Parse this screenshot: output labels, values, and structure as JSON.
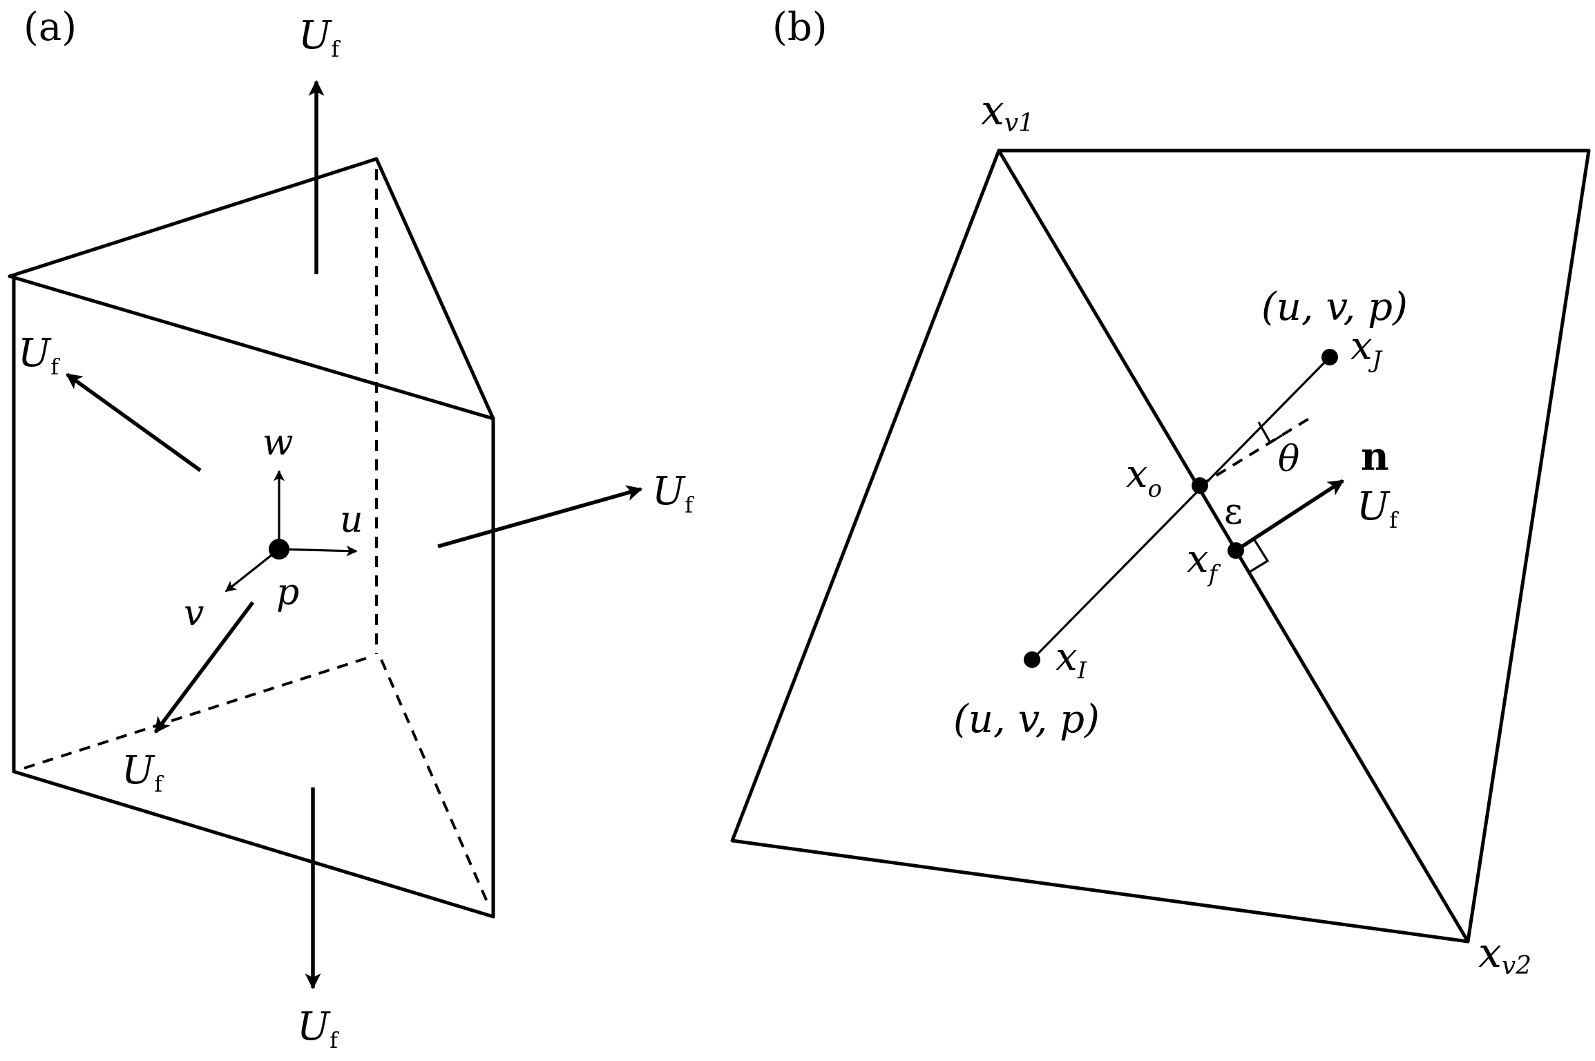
{
  "panel_a": {
    "label": "(a)",
    "flux": "U",
    "flux_sub": "f",
    "vel_w": "w",
    "vel_u": "u",
    "vel_v": "v",
    "pressure": "p"
  },
  "panel_b": {
    "label": "(b)",
    "vertex1": "x",
    "vertex1_sub": "v1",
    "vertex2": "x",
    "vertex2_sub": "v2",
    "state_top": "(u, v, p)",
    "state_bottom": "(u, v, p)",
    "xJ": "x",
    "xJ_sub": "J",
    "xI": "x",
    "xI_sub": "I",
    "xo": "x",
    "xo_sub": "o",
    "xf": "x",
    "xf_sub": "f",
    "theta": "θ",
    "epsilon": "ε",
    "normal": "n",
    "flux": "U",
    "flux_sub": "f"
  }
}
